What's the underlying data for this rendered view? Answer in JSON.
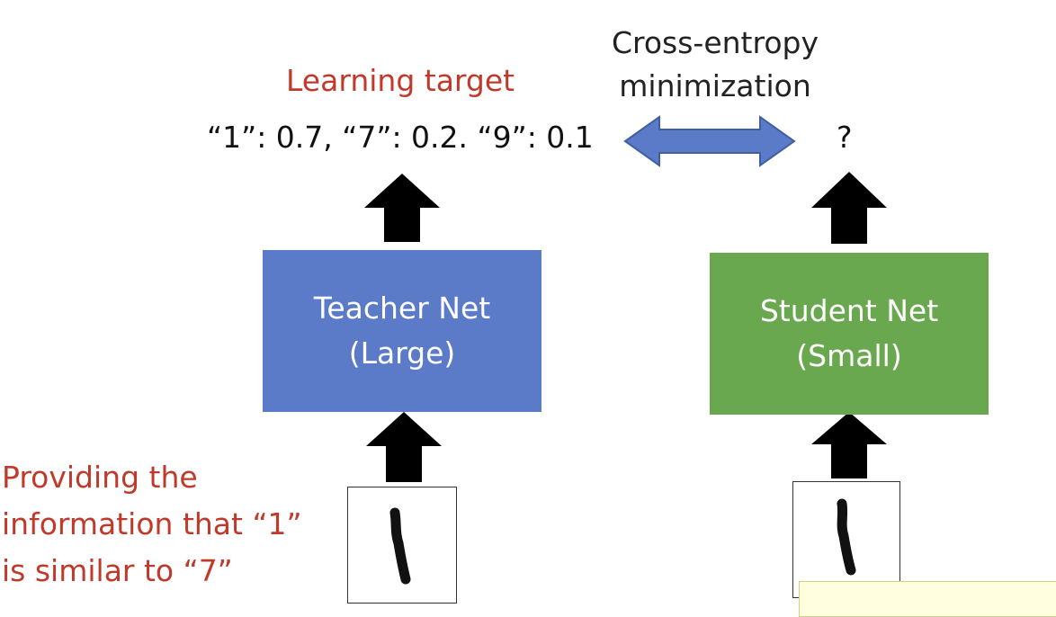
{
  "cross_entropy": {
    "line1": "Cross-entropy",
    "line2": "minimization"
  },
  "learning_target": "Learning target",
  "target_values": "“1”: 0.7, “7”: 0.2. “9”: 0.1",
  "student_output": "?",
  "teacher": {
    "line1": "Teacher Net",
    "line2": "(Large)",
    "color": "#5b7bc8"
  },
  "student": {
    "line1": "Student Net",
    "line2": "(Small)",
    "color": "#6aa84f"
  },
  "info": {
    "line1": "Providing the",
    "line2": "information that “1”",
    "line3": "is similar to “7”"
  },
  "colors": {
    "accent_red": "#c0392b",
    "double_arrow": "#5b7bc8",
    "arrow": "#000000"
  },
  "icons": [
    "up-arrow-icon",
    "double-arrow-icon",
    "handwritten-digit-1"
  ]
}
